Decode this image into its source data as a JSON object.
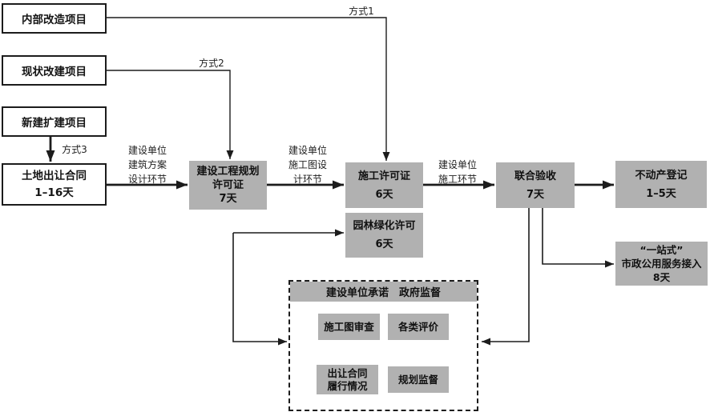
{
  "flowchart": {
    "source_boxes": {
      "internal_renovation": "内部改造项目",
      "existing_reconstruction": "现状改建项目",
      "new_expansion": "新建扩建项目"
    },
    "mode_labels": {
      "mode1": "方式1",
      "mode2": "方式2",
      "mode3": "方式3"
    },
    "nodes": {
      "land_contract": {
        "lines": [
          "土地出让合同",
          "1–16天"
        ]
      },
      "planning_permit": {
        "lines": [
          "建设工程规划",
          "许可证",
          "7天"
        ]
      },
      "construction_permit": {
        "lines": [
          "施工许可证",
          "6天"
        ]
      },
      "joint_acceptance": {
        "lines": [
          "联合验收",
          "7天"
        ]
      },
      "property_registration": {
        "lines": [
          "不动产登记",
          "1–5天"
        ]
      },
      "landscaping_permit": {
        "lines": [
          "园林绿化许可",
          "6天"
        ]
      },
      "one_stop_utilities": {
        "lines": [
          "“一站式”",
          "市政公用服务接入",
          "8天"
        ]
      }
    },
    "edge_labels": {
      "scheme_design": {
        "lines": [
          "建设单位",
          "建筑方案",
          "设计环节"
        ]
      },
      "drawing_design": {
        "lines": [
          "建设单位",
          "施工图设",
          "计环节"
        ]
      },
      "construction_phase": {
        "lines": [
          "建设单位",
          "施工环节"
        ]
      }
    },
    "supervision_panel": {
      "header": "建设单位承诺　政府监督",
      "items": [
        {
          "lines": [
            "施工图审查"
          ]
        },
        {
          "lines": [
            "各类评价"
          ]
        },
        {
          "lines": [
            "出让合同",
            "履行情况"
          ]
        },
        {
          "lines": [
            "规划监督"
          ]
        }
      ]
    },
    "colors": {
      "node_fill_gray": "#b1b1b1",
      "line_black": "#1c1c1c",
      "background": "#ffffff"
    }
  }
}
